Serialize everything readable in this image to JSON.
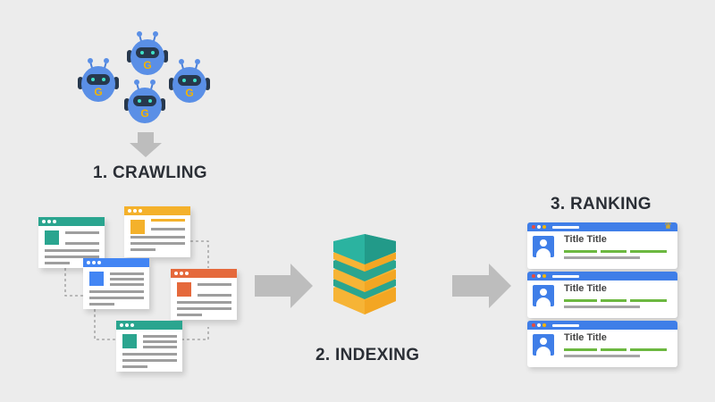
{
  "steps": {
    "crawling": {
      "label": "1. CRAWLING"
    },
    "indexing": {
      "label": "2. INDEXING"
    },
    "ranking": {
      "label": "3. RANKING"
    }
  },
  "robots": {
    "count": 4,
    "badge": "G"
  },
  "results": [
    {
      "title": "Title Title",
      "crown": true
    },
    {
      "title": "Title Title",
      "crown": false
    },
    {
      "title": "Title Title",
      "crown": false
    }
  ],
  "colors": {
    "background": "#ececec",
    "robot_body": "#5a8fe6",
    "robot_face": "#27384d",
    "robot_eyes": "#3de0c8",
    "badge": "#f4b400",
    "arrow": "#bdbdbd",
    "teal": "#2aa58f",
    "yellow": "#f4b12b",
    "blue": "#4285f4",
    "orange": "#e5693c",
    "green": "#6cb840",
    "index_top": "#2bb3a0",
    "index_layer": "#f6b436"
  }
}
